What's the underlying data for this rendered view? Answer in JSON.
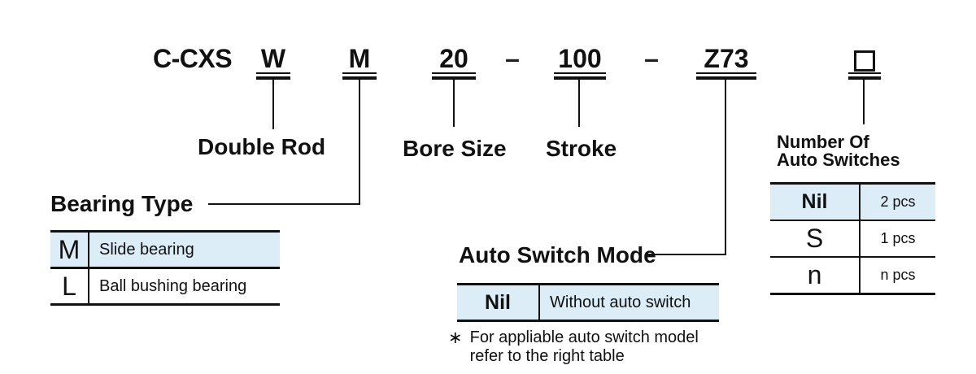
{
  "part_number": {
    "prefix": "C-CXS",
    "separator": "–",
    "segments": [
      "W",
      "M",
      "20",
      "100",
      "Z73"
    ],
    "qty_symbol": "□"
  },
  "callouts": {
    "double_rod": "Double Rod",
    "bore_size": "Bore Size",
    "stroke": "Stroke",
    "bearing_type": "Bearing Type",
    "auto_switch_mode": "Auto Switch Mode",
    "auto_switch_qty_line1": "Number Of",
    "auto_switch_qty_line2": "Auto Switches"
  },
  "bearing_type_table": {
    "rows": [
      {
        "code": "M",
        "desc": "Slide bearing"
      },
      {
        "code": "L",
        "desc": "Ball bushing bearing"
      }
    ]
  },
  "auto_switch_mode_table": {
    "rows": [
      {
        "code": "Nil",
        "desc": "Without auto switch"
      }
    ]
  },
  "auto_switch_qty_table": {
    "rows": [
      {
        "code": "Nil",
        "qty": "2 pcs"
      },
      {
        "code": "S",
        "qty": "1 pcs"
      },
      {
        "code": "n",
        "qty": "n pcs"
      }
    ]
  },
  "note": {
    "marker": "∗",
    "line1": "For appliable auto switch model",
    "line2": "refer to the right table"
  },
  "colors": {
    "highlight_row": "#dcedf8",
    "line": "#111111"
  }
}
